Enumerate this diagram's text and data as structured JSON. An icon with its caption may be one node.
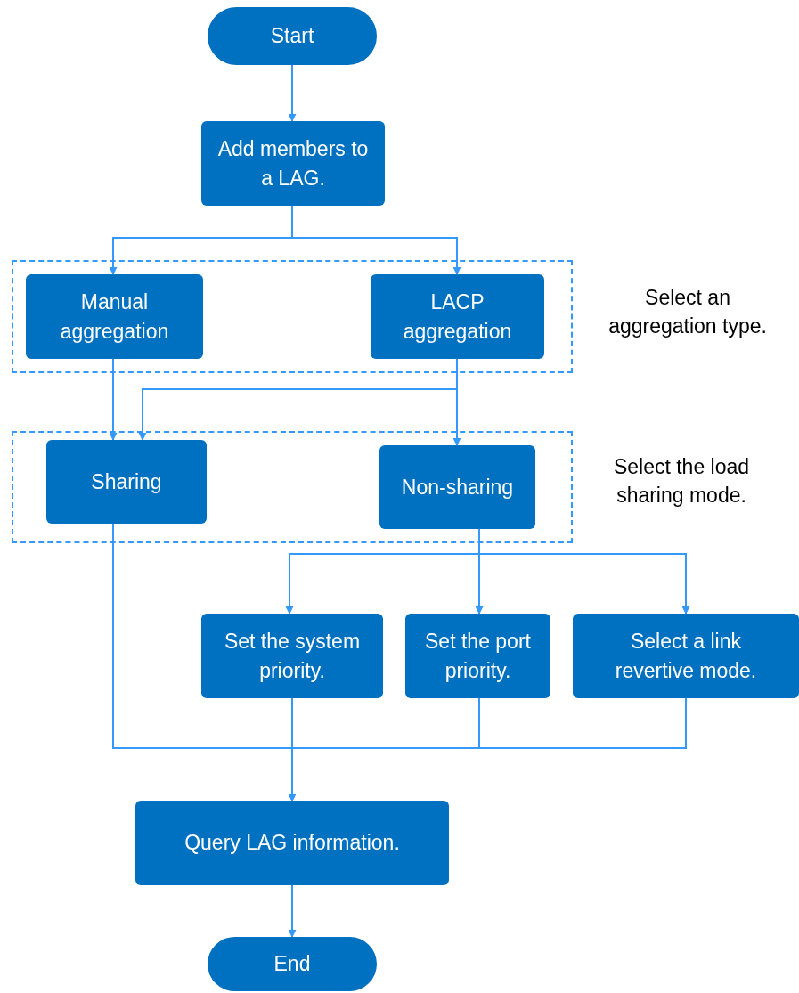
{
  "diagram": {
    "nodes": [
      {
        "text": [
          "Start"
        ]
      },
      {
        "text": [
          "Add members to a LAG."
        ]
      },
      {
        "text": [],
        "shape": "box",
        "beside": [
          "Select an aggregation type."
        ]
      },
      {
        "text": [
          "Manual aggregation"
        ],
        "in": 2
      },
      {
        "text": [
          "LACP aggregation"
        ],
        "in": 2
      },
      {
        "text": [],
        "shape": "box",
        "beside": [
          "Select the load sharing mode."
        ]
      },
      {
        "text": [
          "Sharing"
        ],
        "in": 5
      },
      {
        "text": [
          "Non-sharing"
        ],
        "in": 5
      },
      {
        "text": [
          "Set the system priority."
        ]
      },
      {
        "text": [
          "Set the port priority."
        ]
      },
      {
        "text": [
          "Select a link revertive mode."
        ]
      },
      {
        "text": [
          "Query LAG information."
        ]
      },
      {
        "text": [
          "End"
        ]
      }
    ],
    "edges": [
      {
        "from": 0,
        "to": 1,
        "arrow": "to"
      },
      {
        "from": 1,
        "to": 3,
        "arrow": "to"
      },
      {
        "from": 1,
        "to": 4,
        "arrow": "to"
      },
      {
        "from": 3,
        "to": 6,
        "arrow": "to"
      },
      {
        "from": 4,
        "to": 6,
        "arrow": "to"
      },
      {
        "from": 4,
        "to": 7,
        "arrow": "to"
      },
      {
        "from": 7,
        "to": 8,
        "arrow": "to"
      },
      {
        "from": 7,
        "to": 9,
        "arrow": "to"
      },
      {
        "from": 7,
        "to": 10,
        "arrow": "to"
      },
      {
        "from": 6,
        "to": 11,
        "arrow": "to"
      },
      {
        "from": 8,
        "to": 11,
        "arrow": "to"
      },
      {
        "from": 9,
        "to": 11,
        "arrow": "to"
      },
      {
        "from": 10,
        "to": 11,
        "arrow": "to"
      },
      {
        "from": 11,
        "to": 12,
        "arrow": "to"
      }
    ]
  }
}
